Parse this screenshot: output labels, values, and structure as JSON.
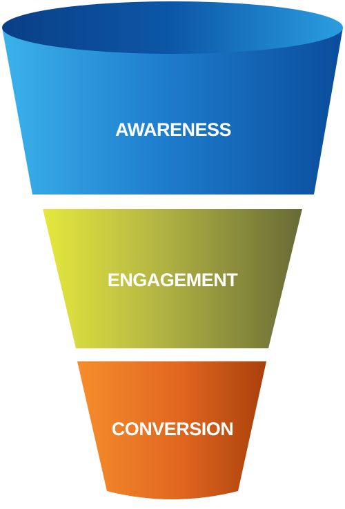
{
  "funnel": {
    "stages": [
      {
        "label": "AWARENESS",
        "color_light": "#3bb0e8",
        "color_dark": "#0a4fa0"
      },
      {
        "label": "ENGAGEMENT",
        "color_light": "#e2e43d",
        "color_dark": "#6f7035"
      },
      {
        "label": "CONVERSION",
        "color_light": "#f58a2b",
        "color_dark": "#b3450c"
      }
    ]
  }
}
